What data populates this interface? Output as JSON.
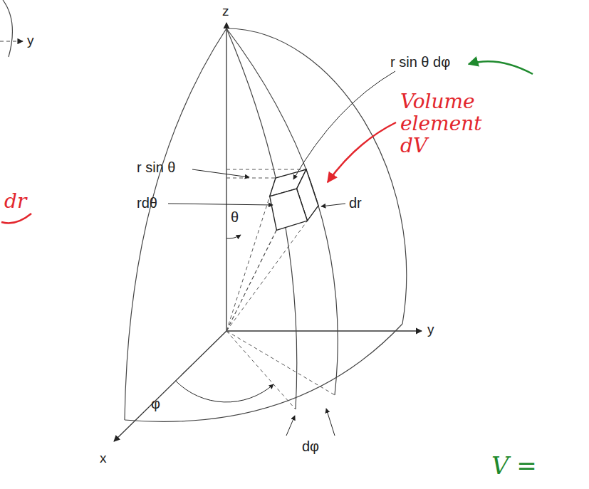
{
  "diagram": {
    "labels": [
      "y",
      "z",
      "r sin θ dφ",
      "Volume element dV",
      "r sin θ",
      "rdθ",
      "θ",
      "dr",
      "y",
      "φ",
      "dφ",
      "x",
      "dr",
      "V ="
    ]
  }
}
